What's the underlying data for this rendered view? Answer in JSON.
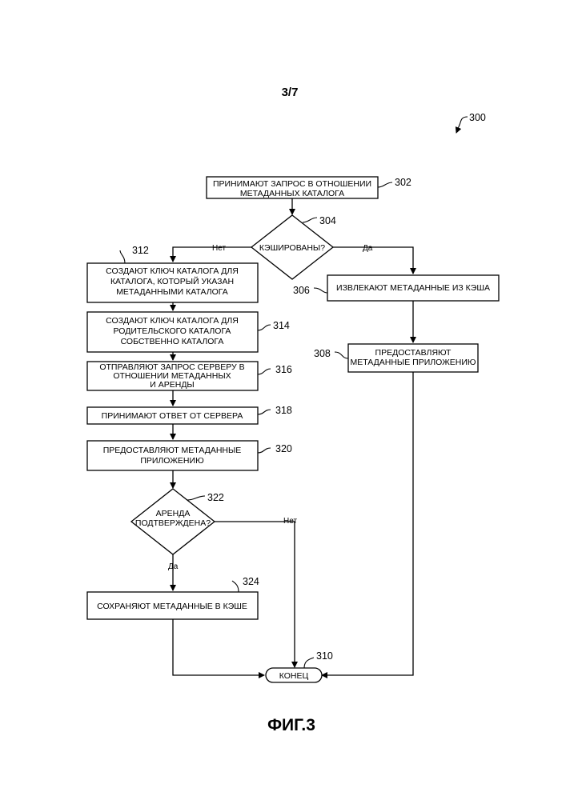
{
  "sheet_number": "3/7",
  "figure_ref": "300",
  "figure_caption": "ФИГ.3",
  "steps": {
    "s302": {
      "ref": "302",
      "lines": [
        "ПРИНИМАЮТ ЗАПРОС В ОТНОШЕНИИ",
        "МЕТАДАННЫХ КАТАЛОГА"
      ]
    },
    "s304": {
      "ref": "304",
      "lines": [
        "КЭШИРОВАНЫ?"
      ]
    },
    "s306": {
      "ref": "306",
      "lines": [
        "ИЗВЛЕКАЮТ МЕТАДАННЫЕ ИЗ КЭША"
      ]
    },
    "s308": {
      "ref": "308",
      "lines": [
        "ПРЕДОСТАВЛЯЮТ",
        "МЕТАДАННЫЕ ПРИЛОЖЕНИЮ"
      ]
    },
    "s312": {
      "ref": "312",
      "lines": [
        "СОЗДАЮТ КЛЮЧ КАТАЛОГА ДЛЯ",
        "КАТАЛОГА, КОТОРЫЙ УКАЗАН",
        "МЕТАДАННЫМИ КАТАЛОГА"
      ]
    },
    "s314": {
      "ref": "314",
      "lines": [
        "СОЗДАЮТ КЛЮЧ КАТАЛОГА ДЛЯ",
        "РОДИТЕЛЬСКОГО КАТАЛОГА",
        "СОБСТВЕННО КАТАЛОГА"
      ]
    },
    "s316": {
      "ref": "316",
      "lines": [
        "ОТПРАВЛЯЮТ ЗАПРОС СЕРВЕРУ В",
        "ОТНОШЕНИИ МЕТАДАННЫХ",
        "И АРЕНДЫ"
      ]
    },
    "s318": {
      "ref": "318",
      "lines": [
        "ПРИНИМАЮТ ОТВЕТ ОТ СЕРВЕРА"
      ]
    },
    "s320": {
      "ref": "320",
      "lines": [
        "ПРЕДОСТАВЛЯЮТ МЕТАДАННЫЕ",
        "ПРИЛОЖЕНИЮ"
      ]
    },
    "s322": {
      "ref": "322",
      "lines": [
        "АРЕНДА",
        "ПОДТВЕРЖДЕНА?"
      ]
    },
    "s324": {
      "ref": "324",
      "lines": [
        "СОХРАНЯЮТ МЕТАДАННЫЕ В КЭШЕ"
      ]
    },
    "s310": {
      "ref": "310",
      "lines": [
        "КОНЕЦ"
      ]
    }
  },
  "edge_labels": {
    "no_304": "Нет",
    "yes_304": "Да",
    "no_322": "Нет",
    "yes_322": "Да"
  }
}
